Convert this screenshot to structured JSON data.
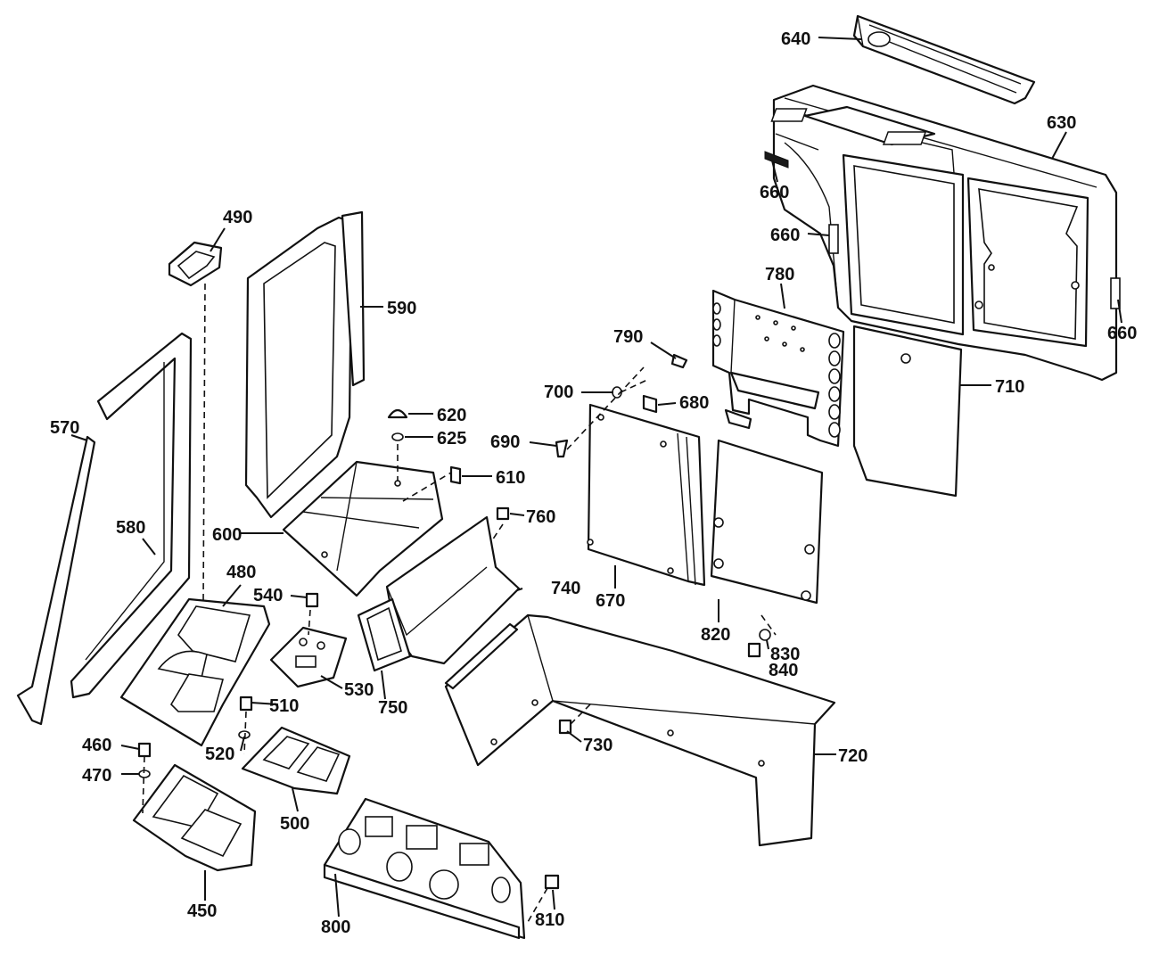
{
  "diagram": {
    "callouts": [
      {
        "id": "640",
        "label": "640"
      },
      {
        "id": "630",
        "label": "630"
      },
      {
        "id": "660a",
        "label": "660"
      },
      {
        "id": "660b",
        "label": "660"
      },
      {
        "id": "660c",
        "label": "660"
      },
      {
        "id": "780",
        "label": "780"
      },
      {
        "id": "790",
        "label": "790"
      },
      {
        "id": "710",
        "label": "710"
      },
      {
        "id": "700",
        "label": "700"
      },
      {
        "id": "680",
        "label": "680"
      },
      {
        "id": "690",
        "label": "690"
      },
      {
        "id": "620",
        "label": "620"
      },
      {
        "id": "625",
        "label": "625"
      },
      {
        "id": "610",
        "label": "610"
      },
      {
        "id": "760",
        "label": "760"
      },
      {
        "id": "740",
        "label": "740"
      },
      {
        "id": "670",
        "label": "670"
      },
      {
        "id": "820",
        "label": "820"
      },
      {
        "id": "830",
        "label": "830"
      },
      {
        "id": "840",
        "label": "840"
      },
      {
        "id": "490",
        "label": "490"
      },
      {
        "id": "590",
        "label": "590"
      },
      {
        "id": "570",
        "label": "570"
      },
      {
        "id": "580",
        "label": "580"
      },
      {
        "id": "600",
        "label": "600"
      },
      {
        "id": "480",
        "label": "480"
      },
      {
        "id": "540",
        "label": "540"
      },
      {
        "id": "530",
        "label": "530"
      },
      {
        "id": "750",
        "label": "750"
      },
      {
        "id": "510",
        "label": "510"
      },
      {
        "id": "520",
        "label": "520"
      },
      {
        "id": "460",
        "label": "460"
      },
      {
        "id": "470",
        "label": "470"
      },
      {
        "id": "500",
        "label": "500"
      },
      {
        "id": "450",
        "label": "450"
      },
      {
        "id": "730",
        "label": "730"
      },
      {
        "id": "720",
        "label": "720"
      },
      {
        "id": "800",
        "label": "800"
      },
      {
        "id": "810",
        "label": "810"
      }
    ]
  }
}
